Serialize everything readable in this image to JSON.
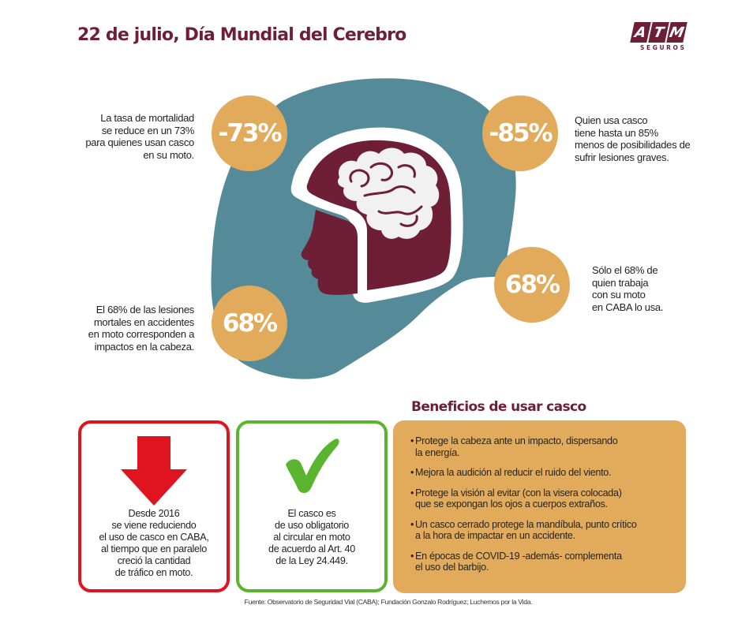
{
  "header": {
    "title": "22 de julio, Día Mundial del Cerebro"
  },
  "logo": {
    "letters": [
      "A",
      "T",
      "M"
    ],
    "subtitle": "SEGUROS",
    "color": "#6e1f36"
  },
  "colors": {
    "maroon": "#6e1f36",
    "teal": "#558a98",
    "gold": "#e1ab5b",
    "red": "#e0141e",
    "green": "#59b52d"
  },
  "stats": [
    {
      "value": "-73%",
      "lines": [
        "La tasa de mortalidad",
        "se reduce en un 73%",
        "para quienes usan casco",
        "en su moto."
      ]
    },
    {
      "value": "-85%",
      "lines": [
        "Quien usa casco",
        "tiene hasta un 85%",
        "menos de posibilidades de",
        "sufrir lesiones graves."
      ]
    },
    {
      "value": "68%",
      "lines": [
        "Sólo el 68% de",
        "quien trabaja",
        "con su moto",
        "en CABA lo usa."
      ]
    },
    {
      "value": "68%",
      "lines": [
        "El 68% de las lesiones",
        "mortales en accidentes",
        "en moto corresponden a",
        "impactos en la cabeza."
      ]
    }
  ],
  "cards": {
    "decline": {
      "icon": "arrow-down-icon",
      "lines": [
        "Desde 2016",
        "se viene reduciendo",
        "el uso de casco en CABA,",
        "al tiempo que en paralelo",
        "creció la cantidad",
        "de tráfico en moto."
      ]
    },
    "mandatory": {
      "icon": "checkmark-icon",
      "lines": [
        "El casco es",
        "de uso obligatorio",
        "al circular en moto",
        "de acuerdo al Art. 40",
        "de la Ley 24.449."
      ]
    }
  },
  "benefits": {
    "title": "Beneficios de usar casco",
    "bullet": "•",
    "items": [
      {
        "lines": [
          "Protege la cabeza ante un impacto, dispersando",
          "la energía."
        ]
      },
      {
        "lines": [
          "Mejora la audición al reducir el ruido del viento."
        ]
      },
      {
        "lines": [
          "Protege la visión al evitar (con la visera colocada)",
          "que se expongan los ojos a cuerpos extraños."
        ]
      },
      {
        "lines": [
          "Un casco cerrado protege la mandíbula, punto crítico",
          "a la hora de impactar en un accidente."
        ]
      },
      {
        "lines": [
          "En épocas de COVID-19 -además- complementa",
          "el uso del barbijo."
        ]
      }
    ]
  },
  "footer": {
    "source": "Fuente: Observatorio de Seguridad Vial (CABA); Fundación Gonzalo Rodríguez; Luchemos por la Vida."
  }
}
